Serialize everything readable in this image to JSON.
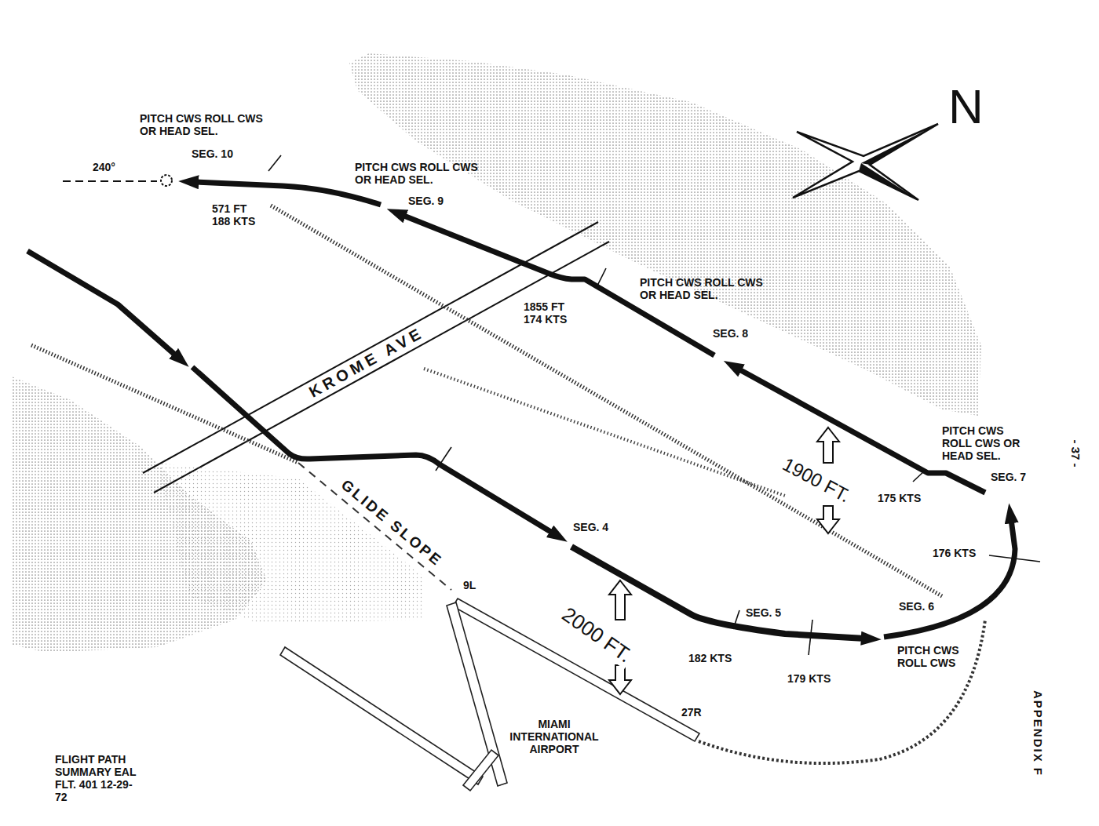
{
  "diagram": {
    "title": "FLIGHT PATH SUMMARY EAL FLT. 401 12-29-72",
    "labels": [
      "N",
      "PITCH CWS ROLL CWS OR HEAD SEL.",
      "SEG. 10",
      "240°",
      "571 FT 188 KTS",
      "PITCH CWS ROLL CWS OR HEAD SEL.",
      "SEG. 9",
      "KROME AVE",
      "1855 FT 174 KTS",
      "PITCH CWS ROLL CWS OR HEAD SEL.",
      "SEG. 8",
      "1900 FT.",
      "PITCH CWS ROLL CWS OR HEAD SEL.",
      "SEG. 7",
      "175 KTS",
      "176 KTS",
      "SEG. 6",
      "PITCH CWS ROLL CWS",
      "SEG. 5",
      "182 KTS",
      "179 KTS",
      "SEG. 4",
      "2000 FT.",
      "GLIDE SLOPE",
      "9L",
      "27R",
      "MIAMI INTERNATIONAL AIRPORT",
      "APPENDIX F",
      "- 37 -"
    ]
  }
}
